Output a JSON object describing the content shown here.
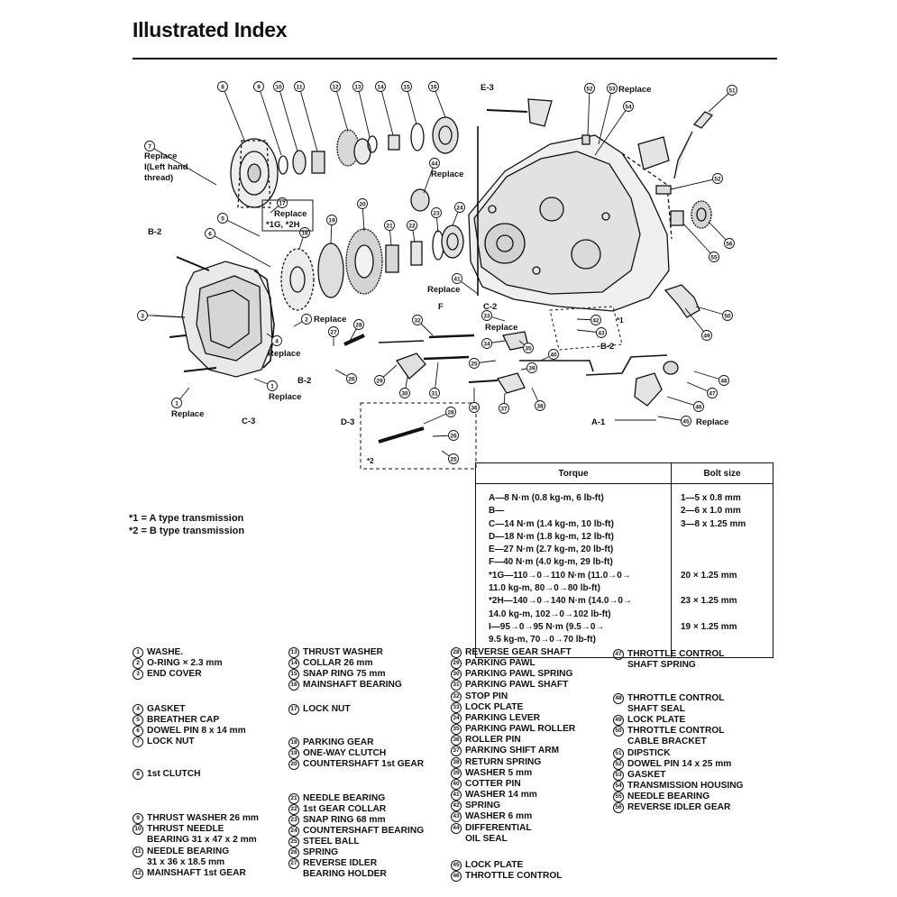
{
  "header": {
    "title": "Illustrated Index"
  },
  "diagram_labels": {
    "replace": "Replace",
    "left_hand_thread": [
      "I(Left hand",
      "thread)"
    ],
    "g_h_box": "*1G, *2H",
    "sub_box_marker": "*2",
    "area_marker": "*1",
    "letters": {
      "a1": "A-1",
      "b2_left": "B-2",
      "b2_mid": "B-2",
      "b2_right": "B-2",
      "c2": "C-2",
      "c3": "C-3",
      "d3": "D-3",
      "e3": "E-3",
      "f": "F"
    }
  },
  "notes": [
    "*1 = A type transmission",
    "*2 = B type transmission"
  ],
  "torque_table": {
    "headers": [
      "Torque",
      "Bolt size"
    ],
    "rows": [
      {
        "spec": "A—8    N·m (0.8 kg-m, 6 lb-ft)",
        "bolt": "1—5 x 0.8 mm"
      },
      {
        "spec": "B—",
        "bolt": "2—6 x 1.0 mm"
      },
      {
        "spec": "C—14   N·m (1.4 kg-m, 10 lb-ft)",
        "bolt": "3—8 x 1.25 mm"
      },
      {
        "spec": "D—18   N·m (1.8 kg-m, 12 lb-ft)",
        "bolt": ""
      },
      {
        "spec": "E—27   N·m (2.7 kg-m, 20 lb-ft)",
        "bolt": ""
      },
      {
        "spec": "F—40   N·m (4.0 kg-m, 29 lb-ft)",
        "bolt": ""
      },
      {
        "spec": "*1G—110→0→110 N·m (11.0→0→",
        "bolt": "20 × 1.25 mm"
      },
      {
        "spec": "   11.0 kg-m, 80→0→80 lb-ft)",
        "bolt": ""
      },
      {
        "spec": "*2H—140→0→140 N·m (14.0→0→",
        "bolt": "23 × 1.25 mm"
      },
      {
        "spec": "   14.0 kg-m, 102→0→102 lb-ft)",
        "bolt": ""
      },
      {
        "spec": "I—95→0→95 N·m (9.5→0→",
        "bolt": "19 × 1.25 mm"
      },
      {
        "spec": "   9.5 kg-m, 70→0→70 lb-ft)",
        "bolt": ""
      }
    ]
  },
  "parts_legend": [
    {
      "num": "1",
      "lines": [
        "WASHE."
      ]
    },
    {
      "num": "2",
      "lines": [
        "O-RING  × 2.3 mm"
      ]
    },
    {
      "num": "3",
      "lines": [
        "END COVER"
      ]
    },
    {
      "num": "4",
      "lines": [
        "GASKET"
      ]
    },
    {
      "num": "5",
      "lines": [
        "BREATHER CAP"
      ]
    },
    {
      "num": "6",
      "lines": [
        "DOWEL PIN 8 x 14 mm"
      ]
    },
    {
      "num": "7",
      "lines": [
        "LOCK NUT"
      ]
    },
    {
      "num": "8",
      "lines": [
        "1st CLUTCH"
      ]
    },
    {
      "num": "9",
      "lines": [
        "THRUST WASHER 26 mm"
      ]
    },
    {
      "num": "10",
      "lines": [
        "THRUST NEEDLE",
        "BEARING 31 x 47 x 2 mm"
      ]
    },
    {
      "num": "11",
      "lines": [
        "NEEDLE BEARING",
        "31 x 36 x 18.5 mm"
      ]
    },
    {
      "num": "12",
      "lines": [
        "MAINSHAFT 1st GEAR"
      ]
    },
    {
      "num": "13",
      "lines": [
        "THRUST WASHER"
      ]
    },
    {
      "num": "14",
      "lines": [
        "COLLAR 26 mm"
      ]
    },
    {
      "num": "15",
      "lines": [
        "SNAP RING 75 mm"
      ]
    },
    {
      "num": "16",
      "lines": [
        "MAINSHAFT BEARING"
      ]
    },
    {
      "num": "17",
      "lines": [
        "LOCK NUT"
      ]
    },
    {
      "num": "18",
      "lines": [
        "PARKING GEAR"
      ]
    },
    {
      "num": "19",
      "lines": [
        "ONE-WAY CLUTCH"
      ]
    },
    {
      "num": "20",
      "lines": [
        "COUNTERSHAFT 1st GEAR"
      ]
    },
    {
      "num": "21",
      "lines": [
        "NEEDLE BEARING"
      ]
    },
    {
      "num": "22",
      "lines": [
        "1st GEAR COLLAR"
      ]
    },
    {
      "num": "23",
      "lines": [
        "SNAP RING 68 mm"
      ]
    },
    {
      "num": "24",
      "lines": [
        "COUNTERSHAFT BEARING"
      ]
    },
    {
      "num": "25",
      "lines": [
        "STEEL BALL"
      ]
    },
    {
      "num": "26",
      "lines": [
        "SPRING"
      ]
    },
    {
      "num": "27",
      "lines": [
        "REVERSE IDLER",
        "BEARING HOLDER"
      ]
    },
    {
      "num": "28",
      "lines": [
        "REVERSE GEAR SHAFT"
      ]
    },
    {
      "num": "29",
      "lines": [
        "PARKING PAWL"
      ]
    },
    {
      "num": "30",
      "lines": [
        "PARKING PAWL SPRING"
      ]
    },
    {
      "num": "31",
      "lines": [
        "PARKING PAWL SHAFT"
      ]
    },
    {
      "num": "32",
      "lines": [
        "STOP PIN"
      ]
    },
    {
      "num": "33",
      "lines": [
        "LOCK PLATE"
      ]
    },
    {
      "num": "34",
      "lines": [
        "PARKING LEVER"
      ]
    },
    {
      "num": "35",
      "lines": [
        "PARKING PAWL ROLLER"
      ]
    },
    {
      "num": "36",
      "lines": [
        "ROLLER PIN"
      ]
    },
    {
      "num": "37",
      "lines": [
        "PARKING SHIFT ARM"
      ]
    },
    {
      "num": "38",
      "lines": [
        "RETURN SPRING"
      ]
    },
    {
      "num": "39",
      "lines": [
        "WASHER 5 mm"
      ]
    },
    {
      "num": "40",
      "lines": [
        "COTTER PIN"
      ]
    },
    {
      "num": "41",
      "lines": [
        "WASHER 14 mm"
      ]
    },
    {
      "num": "42",
      "lines": [
        "SPRING"
      ]
    },
    {
      "num": "43",
      "lines": [
        "WASHER 6 mm"
      ]
    },
    {
      "num": "44",
      "lines": [
        "DIFFERENTIAL",
        "OIL SEAL"
      ]
    },
    {
      "num": "45",
      "lines": [
        "LOCK PLATE"
      ]
    },
    {
      "num": "46",
      "lines": [
        "THROTTLE CONTROL"
      ]
    },
    {
      "num": "47",
      "lines": [
        "THROTTLE CONTROL",
        "SHAFT SPRING"
      ]
    },
    {
      "num": "48",
      "lines": [
        "THROTTLE CONTROL",
        "SHAFT SEAL"
      ]
    },
    {
      "num": "49",
      "lines": [
        "LOCK PLATE"
      ]
    },
    {
      "num": "50",
      "lines": [
        "THROTTLE CONTROL",
        "CABLE BRACKET"
      ]
    },
    {
      "num": "51",
      "lines": [
        "DIPSTICK"
      ]
    },
    {
      "num": "52",
      "lines": [
        "DOWEL PIN 14 x 25 mm"
      ]
    },
    {
      "num": "53",
      "lines": [
        "GASKET"
      ]
    },
    {
      "num": "54",
      "lines": [
        "TRANSMISSION HOUSING"
      ]
    },
    {
      "num": "55",
      "lines": [
        "NEEDLE BEARING"
      ]
    },
    {
      "num": "56",
      "lines": [
        "REVERSE IDLER GEAR"
      ]
    }
  ]
}
